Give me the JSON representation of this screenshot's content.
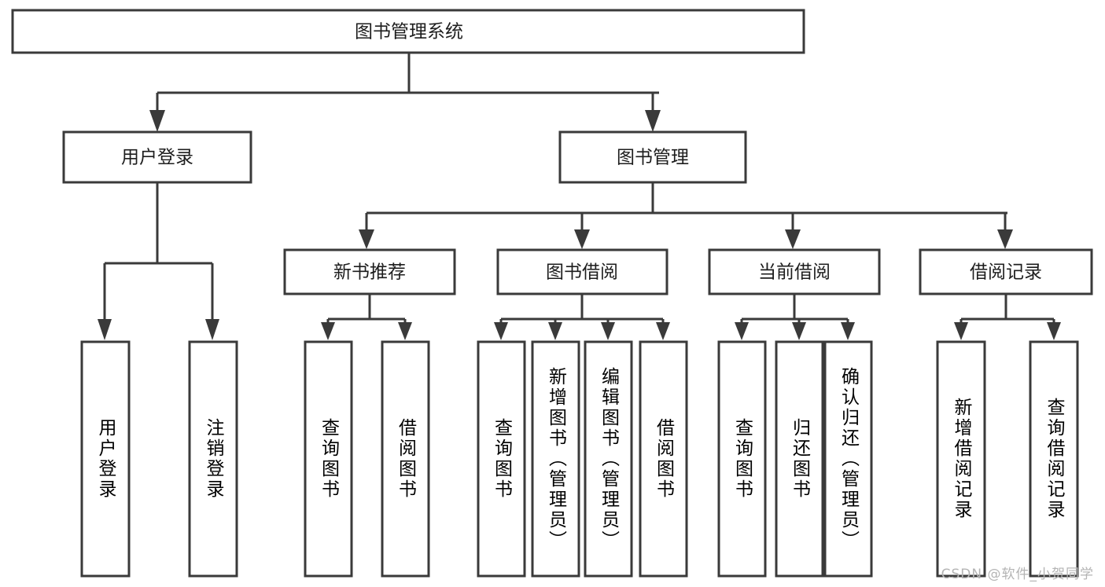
{
  "diagram": {
    "type": "tree-hierarchy-chart",
    "title": "图书管理系统",
    "watermark": "CSDN @软件_小贺同学",
    "colors": {
      "stroke": "#3a3a3a",
      "fill": "#ffffff",
      "text": "#1d1d1d",
      "watermark": "#b4b4b4"
    },
    "nodes": {
      "root": {
        "label": "图书管理系统",
        "level": 1,
        "orientation": "horizontal"
      },
      "n_user_login": {
        "label": "用户登录",
        "level": 2,
        "orientation": "horizontal"
      },
      "n_book_mgmt": {
        "label": "图书管理",
        "level": 2,
        "orientation": "horizontal"
      },
      "n_new_book_rec": {
        "label": "新书推荐",
        "level": 3,
        "orientation": "horizontal"
      },
      "n_book_borrow": {
        "label": "图书借阅",
        "level": 3,
        "orientation": "horizontal"
      },
      "n_current_borrow": {
        "label": "当前借阅",
        "level": 3,
        "orientation": "horizontal"
      },
      "n_borrow_record": {
        "label": "借阅记录",
        "level": 3,
        "orientation": "horizontal"
      },
      "l_user_login": {
        "label": "用户登录",
        "level": 4,
        "orientation": "vertical"
      },
      "l_logout": {
        "label": "注销登录",
        "level": 4,
        "orientation": "vertical"
      },
      "l_query_book_1": {
        "label": "查询图书",
        "level": 4,
        "orientation": "vertical"
      },
      "l_borrow_book_1": {
        "label": "借阅图书",
        "level": 4,
        "orientation": "vertical"
      },
      "l_query_book_2": {
        "label": "查询图书",
        "level": 4,
        "orientation": "vertical"
      },
      "l_add_book": {
        "label": "新增图书（管理员）",
        "level": 4,
        "orientation": "vertical"
      },
      "l_edit_book": {
        "label": "编辑图书（管理员）",
        "level": 4,
        "orientation": "vertical"
      },
      "l_borrow_book_2": {
        "label": "借阅图书",
        "level": 4,
        "orientation": "vertical"
      },
      "l_query_book_3": {
        "label": "查询图书",
        "level": 4,
        "orientation": "vertical"
      },
      "l_return_book": {
        "label": "归还图书",
        "level": 4,
        "orientation": "vertical"
      },
      "l_confirm_return": {
        "label": "确认归还（管理员）",
        "level": 4,
        "orientation": "vertical"
      },
      "l_add_record": {
        "label": "新增借阅记录",
        "level": 4,
        "orientation": "vertical"
      },
      "l_query_record": {
        "label": "查询借阅记录",
        "level": 4,
        "orientation": "vertical"
      }
    },
    "edges": [
      {
        "from": "root",
        "to": "n_user_login"
      },
      {
        "from": "root",
        "to": "n_book_mgmt"
      },
      {
        "from": "n_user_login",
        "to": "l_user_login"
      },
      {
        "from": "n_user_login",
        "to": "l_logout"
      },
      {
        "from": "n_book_mgmt",
        "to": "n_new_book_rec"
      },
      {
        "from": "n_book_mgmt",
        "to": "n_book_borrow"
      },
      {
        "from": "n_book_mgmt",
        "to": "n_current_borrow"
      },
      {
        "from": "n_book_mgmt",
        "to": "n_borrow_record"
      },
      {
        "from": "n_new_book_rec",
        "to": "l_query_book_1"
      },
      {
        "from": "n_new_book_rec",
        "to": "l_borrow_book_1"
      },
      {
        "from": "n_book_borrow",
        "to": "l_query_book_2"
      },
      {
        "from": "n_book_borrow",
        "to": "l_add_book"
      },
      {
        "from": "n_book_borrow",
        "to": "l_edit_book"
      },
      {
        "from": "n_book_borrow",
        "to": "l_borrow_book_2"
      },
      {
        "from": "n_current_borrow",
        "to": "l_query_book_3"
      },
      {
        "from": "n_current_borrow",
        "to": "l_return_book"
      },
      {
        "from": "n_current_borrow",
        "to": "l_confirm_return"
      },
      {
        "from": "n_borrow_record",
        "to": "l_add_record"
      },
      {
        "from": "n_borrow_record",
        "to": "l_query_record"
      }
    ]
  }
}
